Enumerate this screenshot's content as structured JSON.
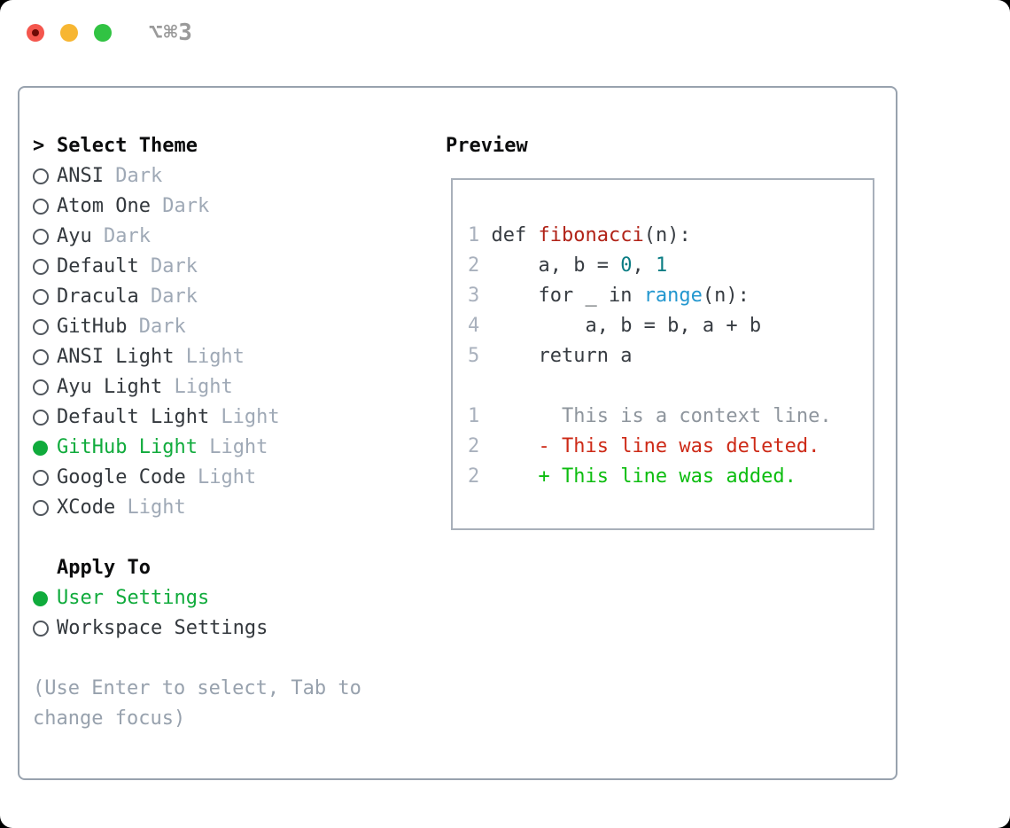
{
  "window": {
    "title": "⌥⌘3",
    "traffic_lights": {
      "close": "#f4564d",
      "minimize": "#f7b632",
      "zoom": "#31c343"
    }
  },
  "theme_panel": {
    "prompt": ">",
    "header": "Select Theme",
    "themes": [
      {
        "name": "ANSI",
        "variant": "Dark",
        "selected": false
      },
      {
        "name": "Atom One",
        "variant": "Dark",
        "selected": false
      },
      {
        "name": "Ayu",
        "variant": "Dark",
        "selected": false
      },
      {
        "name": "Default",
        "variant": "Dark",
        "selected": false
      },
      {
        "name": "Dracula",
        "variant": "Dark",
        "selected": false
      },
      {
        "name": "GitHub",
        "variant": "Dark",
        "selected": false
      },
      {
        "name": "ANSI Light",
        "variant": "Light",
        "selected": false
      },
      {
        "name": "Ayu Light",
        "variant": "Light",
        "selected": false
      },
      {
        "name": "Default Light",
        "variant": "Light",
        "selected": false
      },
      {
        "name": "GitHub Light",
        "variant": "Light",
        "selected": true
      },
      {
        "name": "Google Code",
        "variant": "Light",
        "selected": false
      },
      {
        "name": "XCode",
        "variant": "Light",
        "selected": false
      }
    ],
    "apply_to": {
      "header": "Apply To",
      "options": [
        {
          "name": "User Settings",
          "selected": true
        },
        {
          "name": "Workspace Settings",
          "selected": false
        }
      ]
    },
    "help": {
      "line1": "(Use Enter to select, Tab to",
      "line2": "change focus)"
    }
  },
  "preview": {
    "title": "Preview",
    "colors": {
      "num": "#a9b1bd",
      "code": "#373c42",
      "func": "#b12318",
      "number": "#0b7d84",
      "builtin": "#2397cf",
      "context": "#8e959d",
      "deleted": "#cd2a17",
      "added": "#0dbd10",
      "selected_green": "#10ab3c",
      "radio_stroke": "#51575e"
    },
    "lines": [
      [
        {
          "t": "1 ",
          "c": "num"
        },
        {
          "t": "def ",
          "c": "code"
        },
        {
          "t": "fibonacci",
          "c": "func"
        },
        {
          "t": "(n):",
          "c": "code"
        }
      ],
      [
        {
          "t": "2 ",
          "c": "num"
        },
        {
          "t": "    a, b = ",
          "c": "code"
        },
        {
          "t": "0",
          "c": "number"
        },
        {
          "t": ", ",
          "c": "code"
        },
        {
          "t": "1",
          "c": "number"
        }
      ],
      [
        {
          "t": "3 ",
          "c": "num"
        },
        {
          "t": "    for _ in ",
          "c": "code"
        },
        {
          "t": "range",
          "c": "builtin"
        },
        {
          "t": "(n):",
          "c": "code"
        }
      ],
      [
        {
          "t": "4 ",
          "c": "num"
        },
        {
          "t": "        a, b = b, a + b",
          "c": "code"
        }
      ],
      [
        {
          "t": "5 ",
          "c": "num"
        },
        {
          "t": "    return a",
          "c": "code"
        }
      ],
      [],
      [
        {
          "t": "1 ",
          "c": "num"
        },
        {
          "t": "      This is a context line.",
          "c": "context"
        }
      ],
      [
        {
          "t": "2 ",
          "c": "num"
        },
        {
          "t": "    - This line was deleted.",
          "c": "deleted"
        }
      ],
      [
        {
          "t": "2 ",
          "c": "num"
        },
        {
          "t": "    + This line was added.",
          "c": "added"
        }
      ]
    ]
  }
}
